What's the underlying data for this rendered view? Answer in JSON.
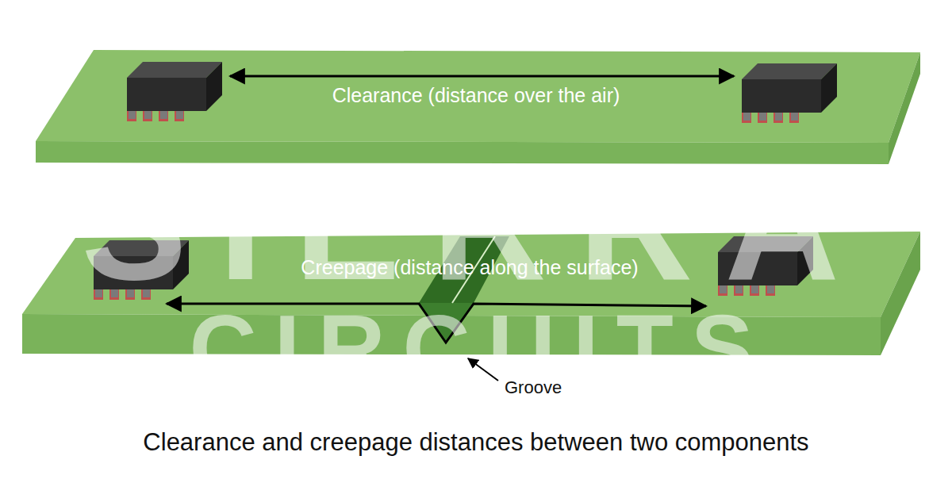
{
  "diagram": {
    "caption": "Clearance and creepage distances between two components",
    "labels": [
      "SIERRA",
      "CIRCUITS",
      "Clearance (distance over the air)",
      "Creepage (distance along the surface)",
      "Groove"
    ]
  }
}
